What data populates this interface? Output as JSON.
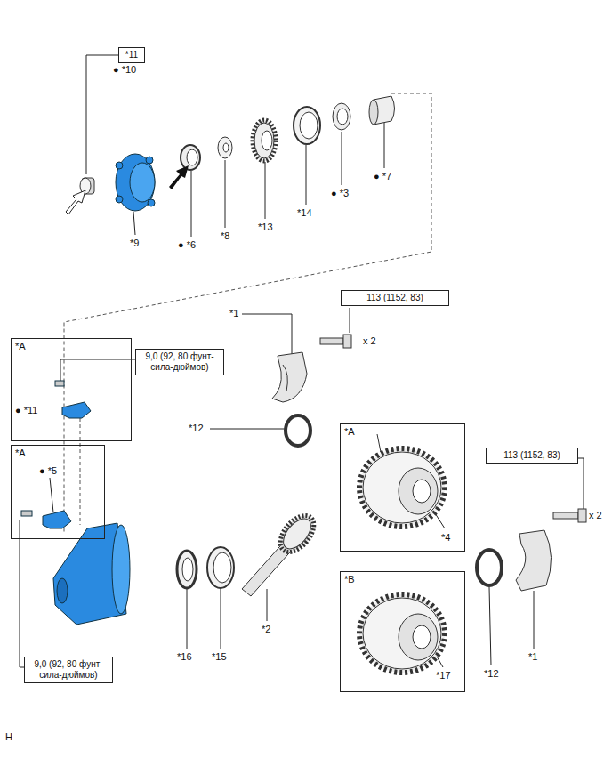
{
  "diagram": {
    "nodes": [
      {
        "text": [
          "*11"
        ]
      },
      {
        "text": [
          "113 (1152, 83)"
        ]
      },
      {
        "text": [
          "*A"
        ]
      },
      {
        "text": [
          "9,0 (92, 80 фунт-сила-дюймов)"
        ]
      },
      {
        "text": [
          "*A"
        ]
      },
      {
        "text": [
          "*A"
        ]
      },
      {
        "text": [
          "113 (1152, 83)"
        ]
      },
      {
        "text": [
          "*B"
        ]
      },
      {
        "text": [
          "9,0 (92, 80 фунт-сила-дюймов)"
        ]
      }
    ],
    "labels": [
      "● *10",
      "*9",
      "● *6",
      "*8",
      "*13",
      "*14",
      "● *3",
      "● *7",
      "*1",
      "x 2",
      "*12",
      "● *11",
      "● *5",
      "*4",
      "x 2",
      "*16",
      "*15",
      "*2",
      "*17",
      "*12",
      "*1",
      "H"
    ]
  }
}
